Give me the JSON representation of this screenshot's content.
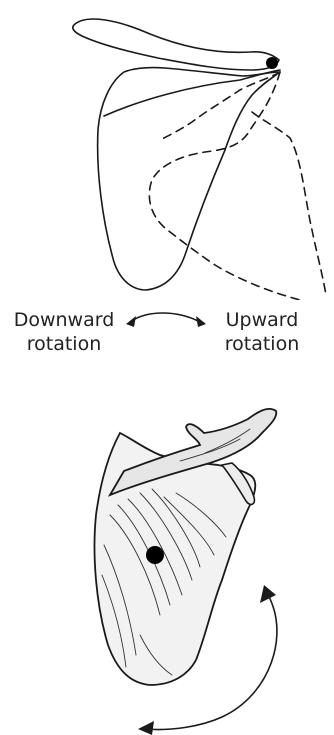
{
  "labels": {
    "downward": [
      "Downward",
      "rotation"
    ],
    "upward": [
      "Upward",
      "rotation"
    ]
  },
  "colors": {
    "ink": "#1a1a1a",
    "background": "#ffffff"
  }
}
